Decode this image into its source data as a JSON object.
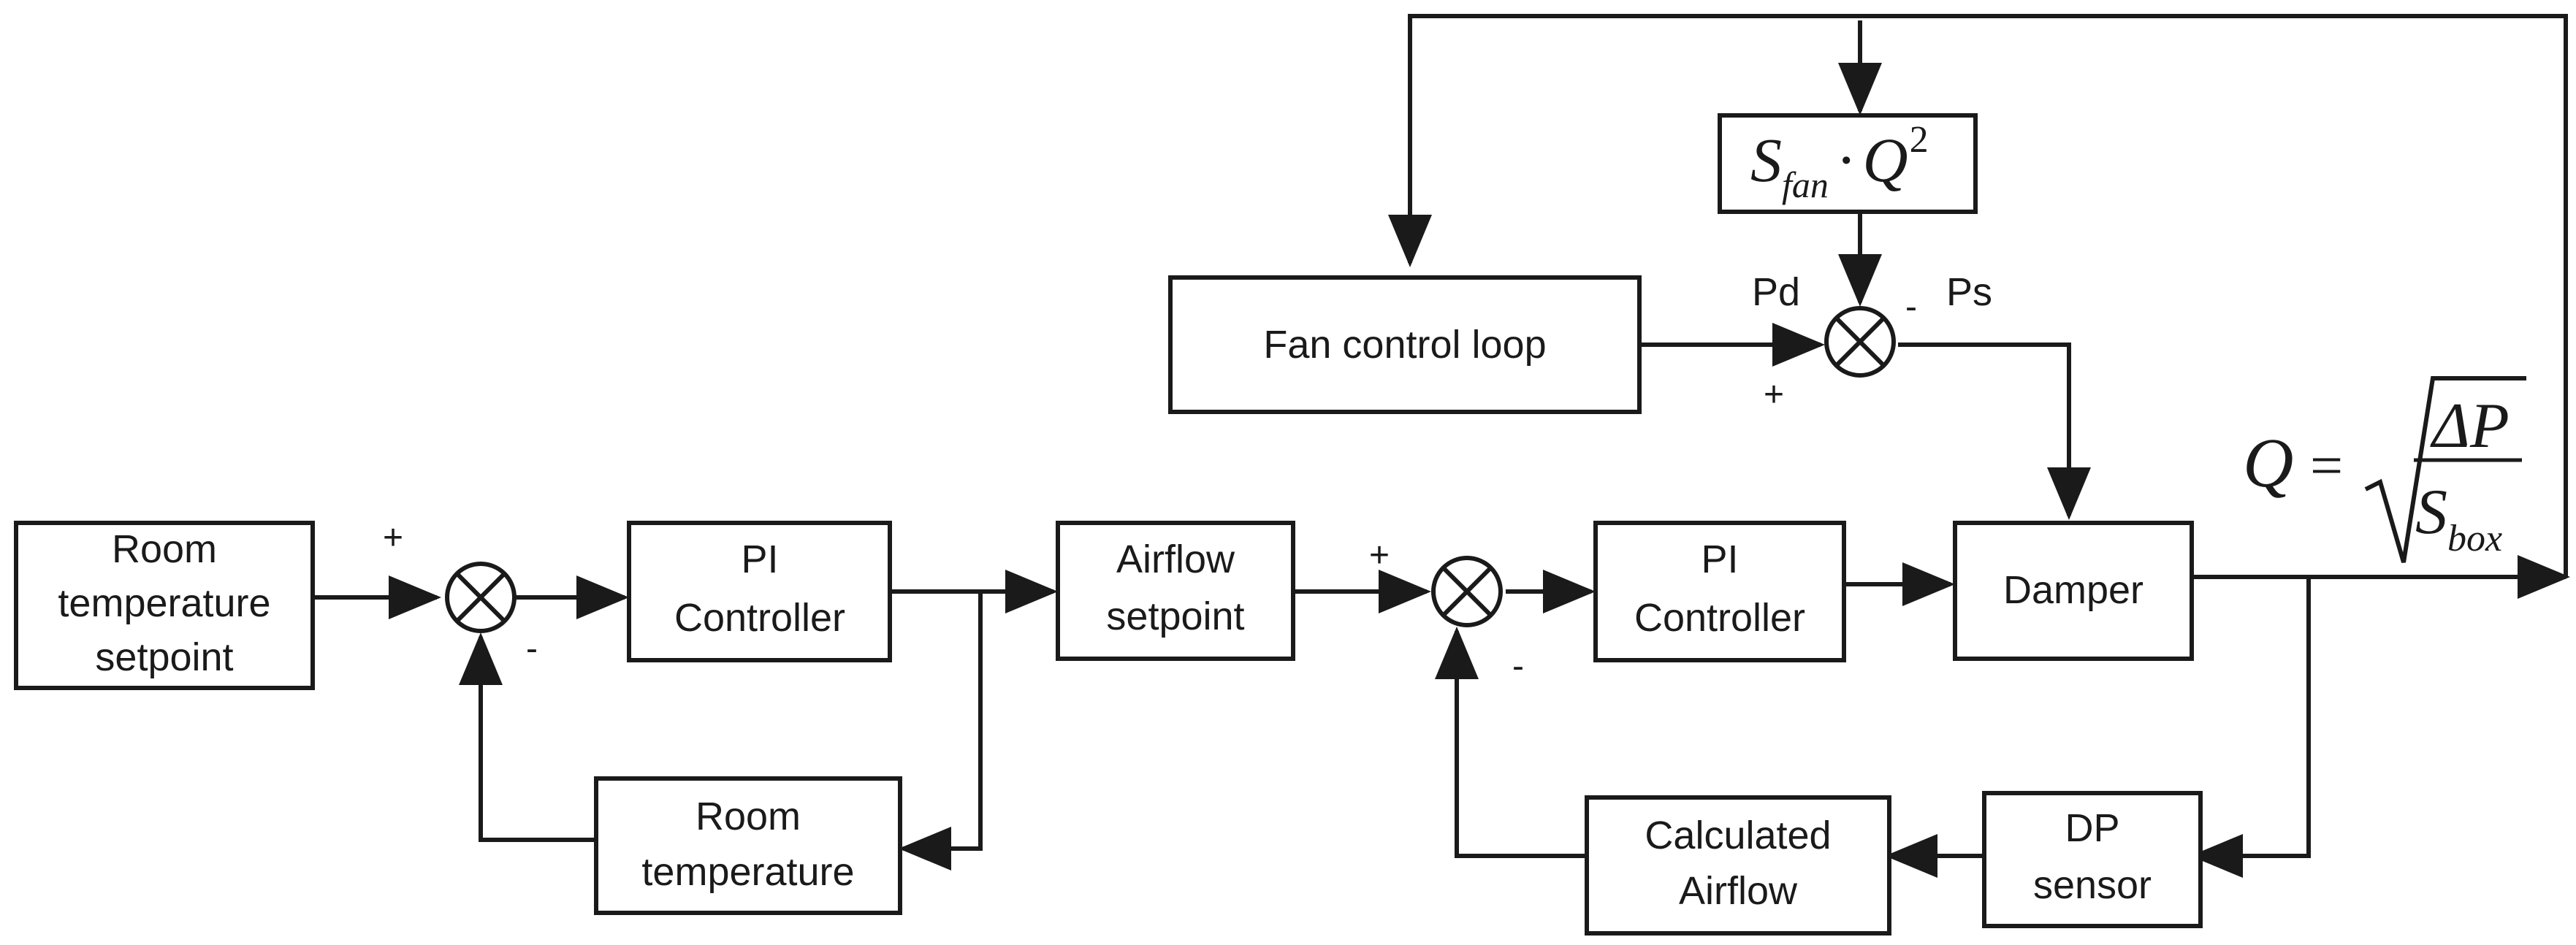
{
  "blocks": {
    "room_temp_setpoint": [
      "Room",
      "temperature",
      "setpoint"
    ],
    "pi_controller_1": [
      "PI",
      "Controller"
    ],
    "room_temperature": [
      "Room",
      "temperature"
    ],
    "airflow_setpoint": [
      "Airflow",
      "setpoint"
    ],
    "pi_controller_2": [
      "PI",
      "Controller"
    ],
    "damper": [
      "Damper"
    ],
    "fan_control_loop": [
      "Fan control loop"
    ],
    "calculated_airflow": [
      "Calculated",
      "Airflow"
    ],
    "dp_sensor": [
      "DP",
      "sensor"
    ]
  },
  "fan_formula": {
    "s": "S",
    "sub": "fan",
    "dot": "·",
    "q": "Q",
    "exp": "2"
  },
  "flow_equation": {
    "lhs": "Q",
    "equals": "=",
    "numerator": "ΔP",
    "denominator_symbol": "S",
    "denominator_sub": "box"
  },
  "signal_labels": {
    "pd": "Pd",
    "ps": "Ps"
  },
  "signs": {
    "sum1_plus": "+",
    "sum1_minus": "-",
    "sum2_plus": "+",
    "sum2_minus": "-",
    "sum3_plus": "+",
    "sum3_minus": "-"
  }
}
